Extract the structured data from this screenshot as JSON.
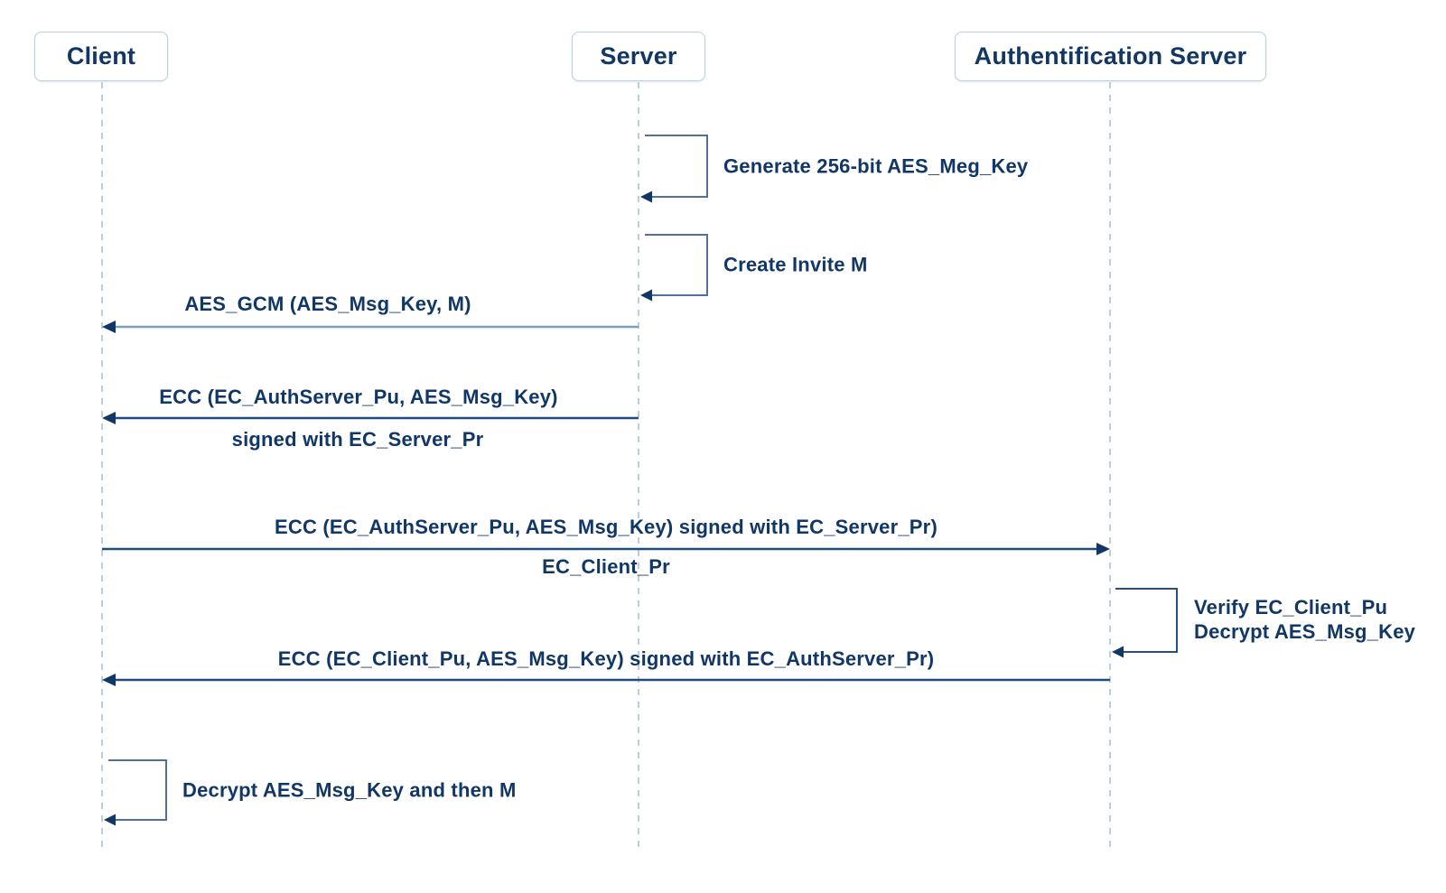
{
  "diagram": {
    "type": "sequence-diagram",
    "colors": {
      "text": "#113767",
      "actor_border": "#b7d1e3",
      "lifeline": "#a9c2d4",
      "arrow_light": "#7e9dc2",
      "arrow_dark": "#1e4c80",
      "loop_light": "#52719c",
      "loop_dark": "#25507f",
      "arrowhead": "#113767"
    },
    "actors": [
      {
        "label": "Client"
      },
      {
        "label": "Server"
      },
      {
        "label": "Authentification Server"
      }
    ],
    "steps": {
      "generate_key": {
        "kind": "self-loop",
        "actor": "Server",
        "label": "Generate 256-bit AES_Meg_Key"
      },
      "create_invite": {
        "kind": "self-loop",
        "actor": "Server",
        "label": "Create Invite M"
      },
      "send_aes_gcm": {
        "kind": "message",
        "from": "Server",
        "to": "Client",
        "label": "AES_GCM (AES_Msg_Key, M)"
      },
      "send_ecc_signed": {
        "kind": "message",
        "from": "Server",
        "to": "Client",
        "label": "ECC (EC_AuthServer_Pu, AES_Msg_Key)",
        "sublabel": "signed with EC_Server_Pr"
      },
      "forward_ecc": {
        "kind": "message",
        "from": "Client",
        "to": "Authentification Server",
        "label": "ECC (EC_AuthServer_Pu, AES_Msg_Key) signed with EC_Server_Pr)",
        "sublabel": "EC_Client_Pr"
      },
      "verify_decrypt": {
        "kind": "self-loop",
        "actor": "Authentification Server",
        "label_line1": "Verify EC_Client_Pu",
        "label_line2": "Decrypt AES_Msg_Key"
      },
      "return_ecc": {
        "kind": "message",
        "from": "Authentification Server",
        "to": "Client",
        "label": "ECC (EC_Client_Pu, AES_Msg_Key) signed with EC_AuthServer_Pr)"
      },
      "decrypt_msg": {
        "kind": "self-loop",
        "actor": "Client",
        "label": "Decrypt AES_Msg_Key and then M"
      }
    }
  }
}
